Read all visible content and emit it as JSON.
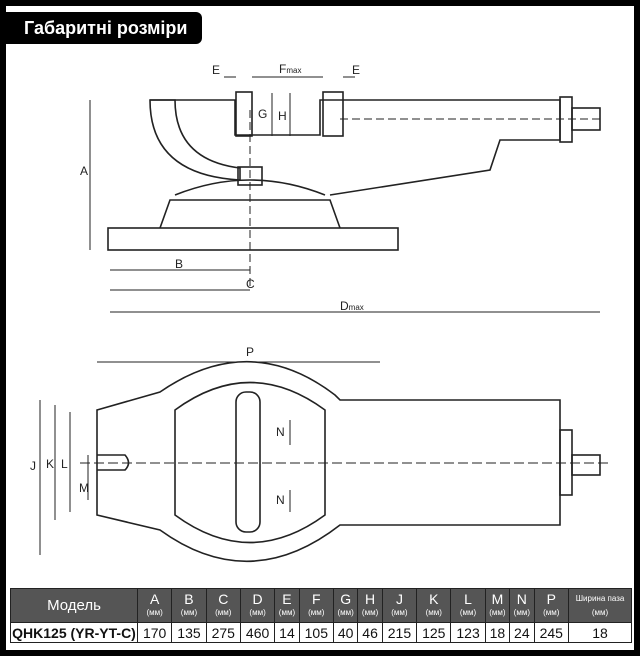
{
  "title": "Габаритні розміри",
  "labels": {
    "E": "E",
    "Fmax": "F",
    "Fmax_sub": "max",
    "G": "G",
    "H": "H",
    "A": "A",
    "B": "B",
    "C": "C",
    "Dmax": "D",
    "Dmax_sub": "max",
    "P": "P",
    "J": "J",
    "K": "K",
    "L": "L",
    "M": "M",
    "N": "N"
  },
  "table": {
    "model_header": "Модель",
    "unit": "(мм)",
    "columns": [
      "A",
      "B",
      "C",
      "D",
      "E",
      "F",
      "G",
      "H",
      "J",
      "K",
      "L",
      "M",
      "N",
      "P"
    ],
    "slot_header": "Ширина паза",
    "rows": [
      {
        "model": "QHK125 (YR-YT-C)",
        "values": [
          "170",
          "135",
          "275",
          "460",
          "14",
          "105",
          "40",
          "46",
          "215",
          "125",
          "123",
          "18",
          "24",
          "245"
        ],
        "slot": "18"
      }
    ]
  }
}
